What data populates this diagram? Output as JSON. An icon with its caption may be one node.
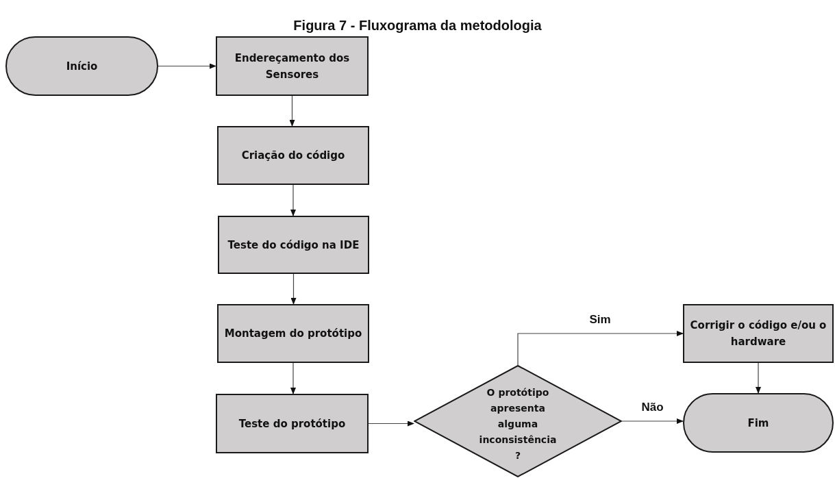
{
  "diagram": {
    "title": "Figura 7 - Fluxograma da metodologia",
    "nodes": [
      {
        "text": [
          "Início"
        ]
      },
      {
        "text": [
          "Endereçamento dos Sensores"
        ]
      },
      {
        "text": [
          "Criação do código"
        ]
      },
      {
        "text": [
          "Teste do código na IDE"
        ]
      },
      {
        "text": [
          "Montagem do protótipo"
        ]
      },
      {
        "text": [
          "Teste do protótipo"
        ]
      },
      {
        "text": [
          "O protótipo apresenta alguma inconsistência ?"
        ]
      },
      {
        "text": [
          "Corrigir o código e/ou o hardware"
        ]
      },
      {
        "text": [
          "Fim"
        ]
      }
    ],
    "edges": [
      {
        "from": 0,
        "to": 1,
        "arrow": "to"
      },
      {
        "from": 1,
        "to": 2,
        "arrow": "to"
      },
      {
        "from": 2,
        "to": 3,
        "arrow": "to"
      },
      {
        "from": 3,
        "to": 4,
        "arrow": "to"
      },
      {
        "from": 4,
        "to": 5,
        "arrow": "to"
      },
      {
        "from": 5,
        "to": 6,
        "arrow": "to"
      },
      {
        "from": 6,
        "to": 7,
        "arrow": "to",
        "label": "Sim"
      },
      {
        "from": 6,
        "to": 8,
        "arrow": "to",
        "label": "Não"
      },
      {
        "from": 7,
        "to": 8,
        "arrow": "to"
      }
    ]
  }
}
